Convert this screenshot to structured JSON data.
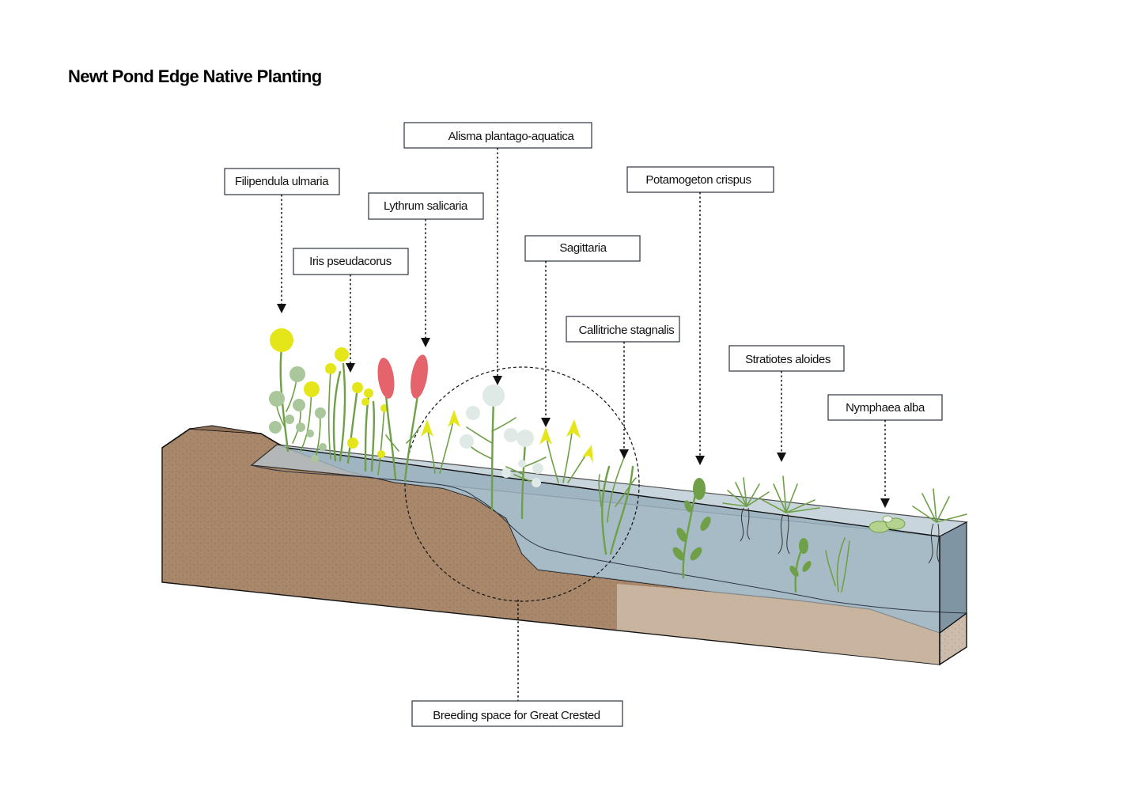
{
  "title": "Newt Pond Edge Native Planting",
  "labels": {
    "filipendula": "Filipendula ulmaria",
    "iris": "Iris pseudacorus",
    "lythrum": "Lythrum salicaria",
    "alisma": "Alisma plantago-aquatica",
    "sagittaria": "Sagittaria",
    "callitriche": "Callitriche stagnalis",
    "potamogeton": "Potamogeton crispus",
    "stratiotes": "Stratiotes aloides",
    "nymphaea": "Nymphaea alba",
    "breeding": "Breeding space for Great Crested"
  },
  "colors": {
    "soil": "#a8876a",
    "soil_dark": "#8f7058",
    "sand": "#d8cabb",
    "water": "#9fb4c0",
    "water_deep": "#8ea4b2",
    "plant_green": "#6fa048",
    "flower_yellow": "#e4e61a",
    "flower_red": "#e5636b",
    "pale_sage": "#a9c79a",
    "pale_white": "#dfe9e6",
    "outline": "#111111"
  }
}
